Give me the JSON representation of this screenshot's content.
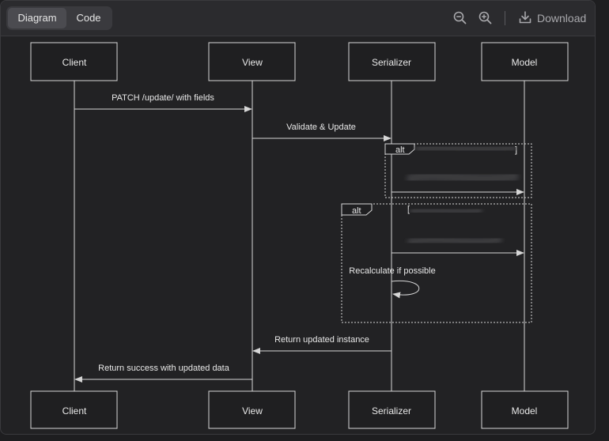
{
  "toolbar": {
    "tabs": [
      {
        "label": "Diagram",
        "active": true
      },
      {
        "label": "Code",
        "active": false
      }
    ],
    "icons": [
      "zoom-out-icon",
      "zoom-in-icon",
      "download-icon"
    ],
    "download_label": "Download"
  },
  "diagram": {
    "participants": [
      "Client",
      "View",
      "Serializer",
      "Model"
    ],
    "messages": [
      {
        "from": "Client",
        "to": "View",
        "label": "PATCH /update/ with fields"
      },
      {
        "from": "View",
        "to": "Serializer",
        "label": "Validate & Update"
      },
      {
        "from": "Serializer",
        "to": "Model",
        "label": ""
      },
      {
        "from": "Serializer",
        "to": "Model",
        "label": ""
      },
      {
        "from": "Serializer",
        "to": "Serializer",
        "label": "Recalculate if possible"
      },
      {
        "from": "Serializer",
        "to": "View",
        "label": "Return updated instance"
      },
      {
        "from": "View",
        "to": "Client",
        "label": "Return success with updated data"
      }
    ],
    "fragments": [
      {
        "label": "alt",
        "guard": "",
        "redacted": true
      },
      {
        "label": "alt",
        "guard": "",
        "redacted": true
      }
    ]
  },
  "colors": {
    "background": "#222224",
    "line": "#d6d6d6",
    "box_fill": "#1f1f21",
    "text": "#e8e8e8"
  }
}
